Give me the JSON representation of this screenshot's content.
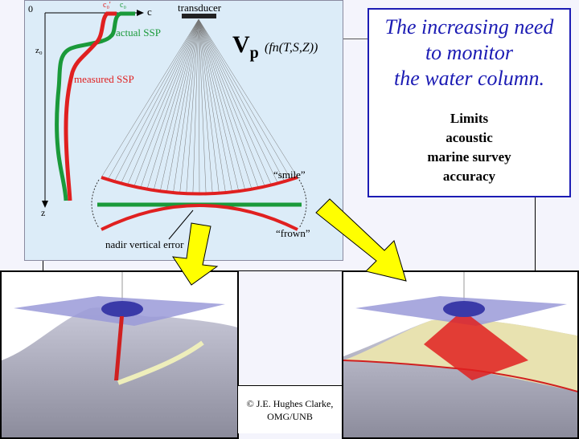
{
  "diagram": {
    "axis_origin": "0",
    "axis_c": "c",
    "axis_z": "z",
    "axis_z0": "z₀",
    "c0_prime": "c₀'",
    "c0": "c₀",
    "actual_ssp": "actual SSP",
    "measured_ssp": "measured SSP",
    "transducer": "transducer",
    "vp_symbol": "V",
    "vp_sub": "p",
    "vp_function": "(fn(T,S,Z))",
    "smile": "“smile”",
    "frown": "“frown”",
    "nadir": "nadir vertical error",
    "colors": {
      "actual": "#1a9a3a",
      "measured": "#e02020",
      "arrow": "#ffff00"
    }
  },
  "textbox": {
    "headline_lines": [
      "The increasing need",
      "to monitor",
      "the water column."
    ],
    "limits_lines": [
      "Limits",
      "acoustic",
      "marine survey",
      "accuracy"
    ]
  },
  "copyright": {
    "line1": "© J.E. Hughes Clarke,",
    "line2": "OMG/UNB"
  }
}
